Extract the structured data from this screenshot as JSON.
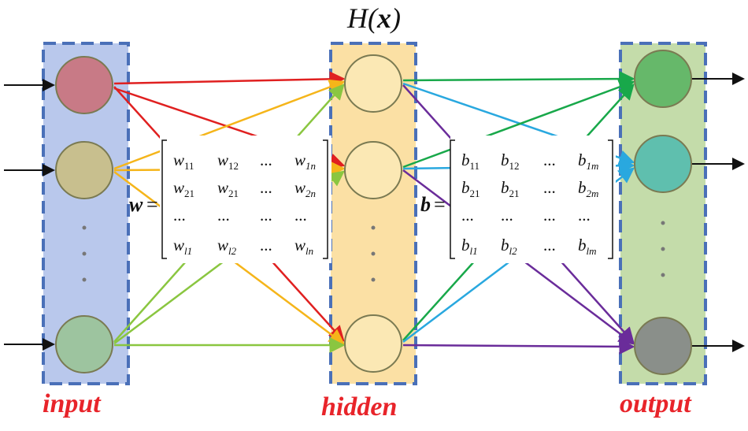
{
  "title": {
    "function": "H",
    "arg": "x"
  },
  "layers": {
    "input_label": "input",
    "hidden_label": "hidden",
    "output_label": "output",
    "input_node_colors": [
      "#c87a86",
      "#c8bf8e",
      "#9dc49f"
    ],
    "hidden_node_colors": [
      "#fbe8b4",
      "#fbe8b4",
      "#fbe8b4"
    ],
    "output_node_colors": [
      "#66b86a",
      "#5fbfae",
      "#8a8f8a"
    ],
    "input_band_color": "#b9c8ec",
    "hidden_band_color": "#fbe0a4",
    "output_band_color": "#c4dcaa",
    "border_color": "#4a70b8"
  },
  "weights_matrix": {
    "symbol": "w",
    "rows": [
      {
        "c1": [
          "w",
          "11"
        ],
        "c2": [
          "w",
          "12"
        ],
        "c3": "...",
        "c4": [
          "w",
          "1n"
        ]
      },
      {
        "c1": [
          "w",
          "21"
        ],
        "c2": [
          "w",
          "21"
        ],
        "c3": "...",
        "c4": [
          "w",
          "2n"
        ]
      },
      {
        "c1": "...",
        "c2": "...",
        "c3": "...",
        "c4": "..."
      },
      {
        "c1": [
          "w",
          "l1"
        ],
        "c2": [
          "w",
          "l2"
        ],
        "c3": "...",
        "c4": [
          "w",
          "ln"
        ]
      }
    ]
  },
  "bias_matrix": {
    "symbol": "b",
    "rows": [
      {
        "c1": [
          "b",
          "11"
        ],
        "c2": [
          "b",
          "12"
        ],
        "c3": "...",
        "c4": [
          "b",
          "1m"
        ]
      },
      {
        "c1": [
          "b",
          "21"
        ],
        "c2": [
          "b",
          "21"
        ],
        "c3": "...",
        "c4": [
          "b",
          "2m"
        ]
      },
      {
        "c1": "...",
        "c2": "...",
        "c3": "...",
        "c4": "..."
      },
      {
        "c1": [
          "b",
          "l1"
        ],
        "c2": [
          "b",
          "l2"
        ],
        "c3": "...",
        "c4": [
          "b",
          "lm"
        ]
      }
    ]
  },
  "edge_colors": {
    "red": "#e02020",
    "orange": "#f5b51a",
    "light_green": "#8ac640",
    "green": "#18a84a",
    "blue": "#29a8df",
    "purple": "#6a2c9a",
    "black": "#111111"
  }
}
